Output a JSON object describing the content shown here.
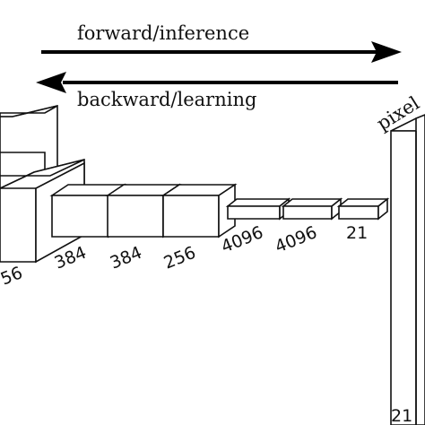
{
  "arrows": {
    "forward_label": "forward/inference",
    "backward_label": "backward/learning"
  },
  "layers": {
    "first_partial_label": "56",
    "labels": [
      "384",
      "384",
      "256",
      "4096",
      "4096",
      "21"
    ]
  },
  "output": {
    "pixel_label": "pixel",
    "channel_label": "21"
  },
  "colors": {
    "stroke": "#111111",
    "fill": "#ffffff",
    "arrow": "#000000"
  }
}
